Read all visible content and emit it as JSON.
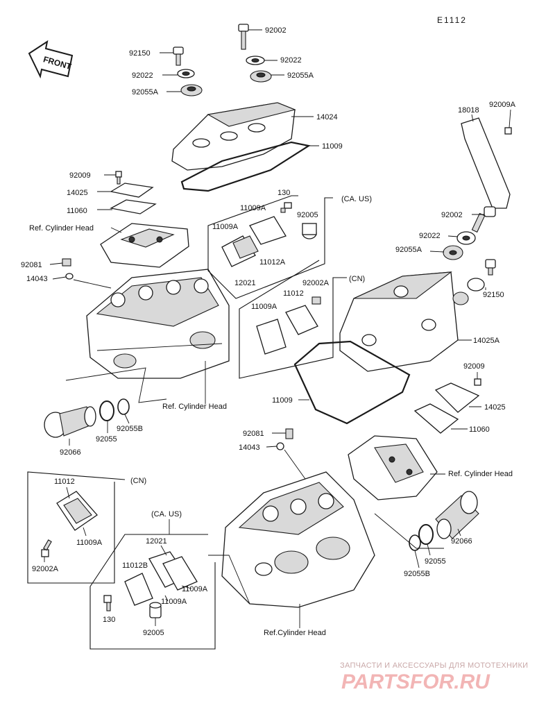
{
  "diagram_code": "E1112",
  "front_label": "FRONT",
  "labels": {
    "l_92002_a": "92002",
    "l_92150_a": "92150",
    "l_92022_a": "92022",
    "l_92022_b": "92022",
    "l_92055A_a": "92055A",
    "l_92055A_b": "92055A",
    "l_14024": "14024",
    "l_11009_a": "11009",
    "l_92009_a": "92009",
    "l_14025_a": "14025",
    "l_11060_a": "11060",
    "l_refhead_a": "Ref. Cylinder Head",
    "l_92081_a": "92081",
    "l_14043_a": "14043",
    "l_130_a": "130",
    "l_11009A_a": "11009A",
    "l_92005_a": "92005",
    "l_caus_a": "(CA. US)",
    "l_11009A_b": "11009A",
    "l_11012A": "11012A",
    "l_12021_a": "12021",
    "l_92002A_a": "92002A",
    "l_cn_a": "(CN)",
    "l_11009A_c": "11009A",
    "l_11012_a": "11012",
    "l_18018": "18018",
    "l_92009A": "92009A",
    "l_92002_b": "92002",
    "l_92022_c": "92022",
    "l_92055A_c": "92055A",
    "l_92150_b": "92150",
    "l_14025A": "14025A",
    "l_92009_b": "92009",
    "l_14025_b": "14025",
    "l_11060_b": "11060",
    "l_refhead_b": "Ref. Cylinder Head",
    "l_11009_b": "11009",
    "l_refhead_c": "Ref. Cylinder Head",
    "l_92055B_a": "92055B",
    "l_92055_a": "92055",
    "l_92066_a": "92066",
    "l_92081_b": "92081",
    "l_14043_b": "14043",
    "l_11012_b": "11012",
    "l_cn_b": "(CN)",
    "l_11009A_d": "11009A",
    "l_92002A_b": "92002A",
    "l_caus_b": "(CA. US)",
    "l_12021_b": "12021",
    "l_11012B": "11012B",
    "l_11009A_e": "11009A",
    "l_11009A_f": "11009A",
    "l_130_b": "130",
    "l_92005_b": "92005",
    "l_refhead_d": "Ref.Cylinder Head",
    "l_92066_b": "92066",
    "l_92055_b": "92055",
    "l_92055B_b": "92055B"
  },
  "watermark": {
    "tagline": "ЗАПЧАСТИ И АКСЕССУАРЫ ДЛЯ МОТОТЕХНИКИ",
    "brand": "PARTSFOR.RU"
  }
}
